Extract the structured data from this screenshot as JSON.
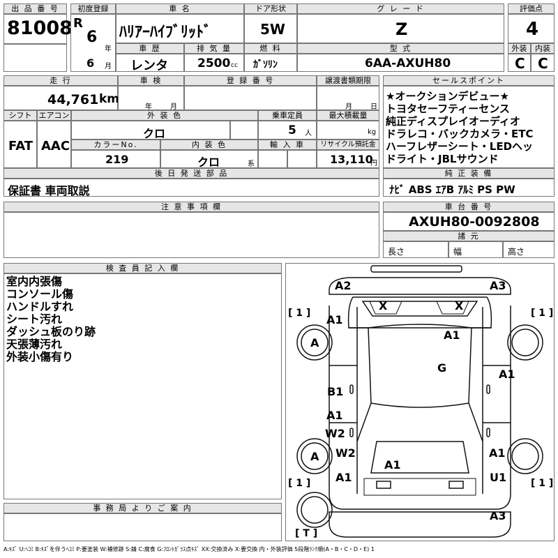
{
  "header": {
    "lot_label": "出 品 番 号",
    "lot_number": "81008",
    "first_reg_label": "初度登録",
    "era": "R",
    "year_value": "6",
    "year_unit": "年",
    "month_value": "6",
    "month_unit": "月",
    "car_name_label": "車 名",
    "car_name": "ﾊﾘｱｰﾊｲﾌﾞﾘｯﾄﾞ",
    "door_label": "ドア形状",
    "door": "5W",
    "grade_label": "グ レ ー ド",
    "grade": "Z",
    "score_label": "評価点",
    "score": "4",
    "history_label": "車 歴",
    "history": "レンタ",
    "displacement_label": "排 気 量",
    "displacement": "2500",
    "displacement_unit": "cc",
    "fuel_label": "燃 料",
    "fuel": "ｶﾞｿﾘﾝ",
    "model_label": "型 式",
    "model": "6AA-AXUH80",
    "exterior_label": "外装",
    "exterior": "C",
    "interior_label": "内装",
    "interior": "C"
  },
  "row2": {
    "mileage_label": "走 行",
    "mileage": "44,761",
    "mileage_unit": "km",
    "inspection_label": "車 検",
    "inspection_year": "年",
    "inspection_month": "月",
    "registration_label": "登 録 番 号",
    "registration": "",
    "transfer_label": "譲渡書類期限",
    "transfer_month": "月",
    "transfer_day": "日",
    "shift_label": "シフト",
    "shift": "FAT",
    "ac_label": "エアコン",
    "ac": "AAC",
    "color_label": "外 装 色",
    "color": "クロ",
    "capacity_label": "乗車定員",
    "capacity": "5",
    "capacity_unit": "人",
    "load_label": "最大積載量",
    "load_unit": "kg",
    "color_no_label": "カラーNo.",
    "color_no": "219",
    "int_color_label": "内 装 色",
    "int_color": "クロ",
    "int_color_unit": "系",
    "import_label": "輸 入 車",
    "recycle_label": "リサイクル預託金",
    "recycle": "13,110",
    "recycle_unit": "円",
    "later_label": "後 日 発 送 部 品",
    "later_items": "保証書 車両取説"
  },
  "selling_points": {
    "label": "セールスポイント",
    "lines": [
      "★オークションデビュー★",
      "トヨタセーフティーセンス",
      "純正ディスプレイオーディオ",
      "ドラレコ・バックカメラ・ETC",
      "ハーフレザーシート・LEDヘッ",
      "ドライト・JBLサウンド"
    ]
  },
  "equipment": {
    "label": "純 正 装 備",
    "items": "ﾅﾋﾞ ABS ｴｱB ｱﾙﾐ PS PW"
  },
  "caution": {
    "label": "注 意 事 項 欄",
    "text": ""
  },
  "chassis": {
    "label": "車 台 番 号",
    "value": "AXUH80-0092808",
    "dims_label": "諸 元",
    "length_label": "長さ",
    "width_label": "幅",
    "height_label": "高さ"
  },
  "inspector": {
    "label": "検 査 員 記 入 欄",
    "notes": [
      "室内内張傷",
      "コンソール傷",
      "ハンドルすれ",
      "シート汚れ",
      "ダッシュ板のり跡",
      "天張薄汚れ",
      "外装小傷有り"
    ]
  },
  "office": {
    "label": "事 務 局 よ り ご 案 内",
    "text": ""
  },
  "diagram": {
    "tire_fl": "A",
    "tire_rl": "A",
    "bracket_tl": "[ 1 ]",
    "bracket_tr": "[ 1 ]",
    "bracket_bl": "[ 1 ]",
    "bracket_br": "[ 1 ]",
    "bracket_t": "[ T ]",
    "marks": [
      {
        "id": "front-bumper-left",
        "text": "A2"
      },
      {
        "id": "front-bumper-right",
        "text": "A3"
      },
      {
        "id": "windshield-left",
        "text": "X"
      },
      {
        "id": "windshield-right",
        "text": "X"
      },
      {
        "id": "front-fender-left",
        "text": "A1"
      },
      {
        "id": "hood",
        "text": "A1"
      },
      {
        "id": "roof",
        "text": "G"
      },
      {
        "id": "front-door-right",
        "text": "A1"
      },
      {
        "id": "front-door-left",
        "text": "B1"
      },
      {
        "id": "rear-door-left",
        "text": "A1"
      },
      {
        "id": "rear-door-left-2",
        "text": "W2"
      },
      {
        "id": "rear-fender-left",
        "text": "W2"
      },
      {
        "id": "rear-fender-right",
        "text": "A1"
      },
      {
        "id": "trunk",
        "text": "A1"
      },
      {
        "id": "rear-quarter-left",
        "text": "A1"
      },
      {
        "id": "rear-quarter-right",
        "text": "U1"
      },
      {
        "id": "rear-bumper-right",
        "text": "A3"
      }
    ]
  },
  "legend": "A:ｷｽﾞ U:ﾍｺﾐ B:ｷｽﾞを伴うﾍｺﾐ P:要塗装 W:補修跡 S:錆 C:腐食 G:ﾌﾛﾝﾄｶﾞﾗｽ点ｷｽﾞ XX:交換済み X:要交換 内・外装評価 5段階ﾗﾝｸ順(A・B・C・D・E) 1"
}
